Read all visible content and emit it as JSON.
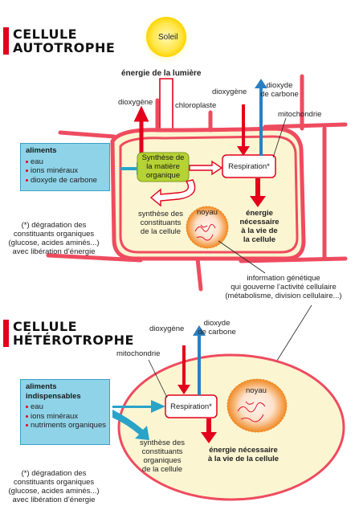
{
  "autotrophe": {
    "title_line1": "CELLULE",
    "title_line2": "AUTOTROPHE",
    "sun_label": "Soleil",
    "light_energy": "énergie de la lumière",
    "dioxygen_left": "dioxygène",
    "chloroplast": "chloroplaste",
    "dioxygen_right": "dioxygène",
    "co2_line1": "dioxyde",
    "co2_line2": "de carbone",
    "mitochondria": "mitochondrie",
    "food_title": "aliments",
    "food_items": [
      "eau",
      "ions minéraux",
      "dioxyde de carbone"
    ],
    "synthesis_box": [
      "Synthèse de",
      "la matière",
      "organique"
    ],
    "respiration_box": "Respiration*",
    "synthesis_out": [
      "synthèse des",
      "constituants",
      "de la cellule"
    ],
    "nucleus": "noyau",
    "energy_out": [
      "énergie",
      "nécessaire",
      "à la vie de",
      "la cellule"
    ],
    "footnote": [
      "(*) dégradation des",
      "constituants organiques",
      "(glucose, acides aminés...)",
      "avec libération d’énergie"
    ]
  },
  "shared": {
    "genetic_info": [
      "information génétique",
      "qui gouverne l’activité cellulaire",
      "(métabolisme, division cellulaire...)"
    ]
  },
  "heterotrophe": {
    "title_line1": "CELLULE",
    "title_line2": "HÉTÉROTROPHE",
    "dioxygen": "dioxygène",
    "co2_line1": "dioxyde",
    "co2_line2": "de carbone",
    "mitochondria": "mitochondrie",
    "food_title": [
      "aliments",
      "indispensables"
    ],
    "food_items": [
      "eau",
      "ions minéraux",
      "nutriments organiques"
    ],
    "respiration_box": "Respiration*",
    "nucleus": "noyau",
    "synthesis_out": [
      "synthèse des",
      "constituants",
      "organiques",
      "de la cellule"
    ],
    "energy_out": [
      "énergie nécessaire",
      "à la vie de la cellule"
    ],
    "footnote": [
      "(*) dégradation des",
      "constituants organiques",
      "(glucose, acides aminés...)",
      "avec libération d’énergie"
    ]
  },
  "colors": {
    "red": "#e3001b",
    "blue": "#2a7fc1",
    "teal": "#2aa3c9",
    "cell_fill": "#fbf5d2",
    "cell_wall": "#ef4b5f",
    "green_box": "#b5d334",
    "nucleus": "#f08a24"
  }
}
